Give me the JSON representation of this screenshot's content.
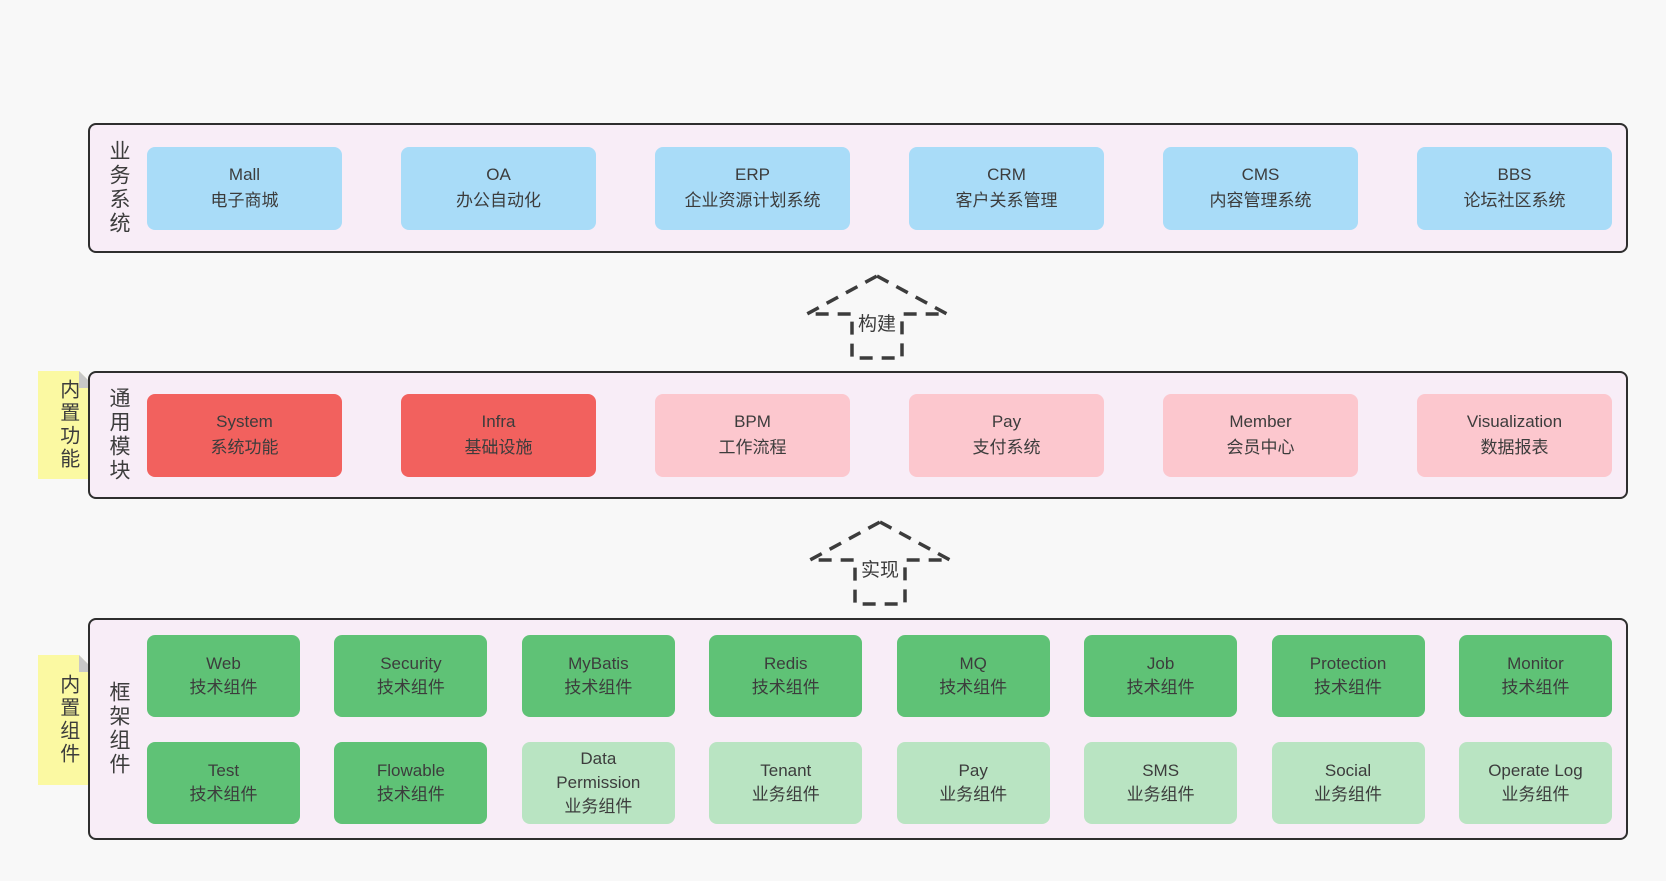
{
  "colors": {
    "page_bg": "#f8f8f8",
    "band_bg": "#f8edf7",
    "band_border": "#2e2e2e",
    "text": "#3c3c3c",
    "blue": "#a9dcf8",
    "red": "#f2615e",
    "pink": "#fcc7ce",
    "green": "#5fc276",
    "light_green": "#b9e4c2",
    "sticky_yellow": "#fbf9a2",
    "sticky_fold": "#c8c8c8"
  },
  "bands": [
    {
      "id": "business-systems",
      "label": "业务系统",
      "boxes": [
        {
          "name": "Mall",
          "desc": "电子商城",
          "color": "blue"
        },
        {
          "name": "OA",
          "desc": "办公自动化",
          "color": "blue"
        },
        {
          "name": "ERP",
          "desc": "企业资源计划系统",
          "color": "blue"
        },
        {
          "name": "CRM",
          "desc": "客户关系管理",
          "color": "blue"
        },
        {
          "name": "CMS",
          "desc": "内容管理系统",
          "color": "blue"
        },
        {
          "name": "BBS",
          "desc": "论坛社区系统",
          "color": "blue"
        }
      ]
    },
    {
      "id": "common-modules",
      "label": "通用模块",
      "sticky": "内置功能",
      "boxes": [
        {
          "name": "System",
          "desc": "系统功能",
          "color": "red"
        },
        {
          "name": "Infra",
          "desc": "基础设施",
          "color": "red"
        },
        {
          "name": "BPM",
          "desc": "工作流程",
          "color": "pink"
        },
        {
          "name": "Pay",
          "desc": "支付系统",
          "color": "pink"
        },
        {
          "name": "Member",
          "desc": "会员中心",
          "color": "pink"
        },
        {
          "name": "Visualization",
          "desc": "数据报表",
          "color": "pink"
        }
      ]
    },
    {
      "id": "framework-components",
      "label": "框架组件",
      "sticky": "内置组件",
      "rows": [
        [
          {
            "name": "Web",
            "desc": "技术组件",
            "color": "green"
          },
          {
            "name": "Security",
            "desc": "技术组件",
            "color": "green"
          },
          {
            "name": "MyBatis",
            "desc": "技术组件",
            "color": "green"
          },
          {
            "name": "Redis",
            "desc": "技术组件",
            "color": "green"
          },
          {
            "name": "MQ",
            "desc": "技术组件",
            "color": "green"
          },
          {
            "name": "Job",
            "desc": "技术组件",
            "color": "green"
          },
          {
            "name": "Protection",
            "desc": "技术组件",
            "color": "green"
          },
          {
            "name": "Monitor",
            "desc": "技术组件",
            "color": "green"
          }
        ],
        [
          {
            "name": "Test",
            "desc": "技术组件",
            "color": "green"
          },
          {
            "name": "Flowable",
            "desc": "技术组件",
            "color": "green"
          },
          {
            "name": "Data\nPermission",
            "desc": "业务组件",
            "color": "light_green"
          },
          {
            "name": "Tenant",
            "desc": "业务组件",
            "color": "light_green"
          },
          {
            "name": "Pay",
            "desc": "业务组件",
            "color": "light_green"
          },
          {
            "name": "SMS",
            "desc": "业务组件",
            "color": "light_green"
          },
          {
            "name": "Social",
            "desc": "业务组件",
            "color": "light_green"
          },
          {
            "name": "Operate Log",
            "desc": "业务组件",
            "color": "light_green"
          }
        ]
      ]
    }
  ],
  "arrows": [
    {
      "label": "构建"
    },
    {
      "label": "实现"
    }
  ]
}
